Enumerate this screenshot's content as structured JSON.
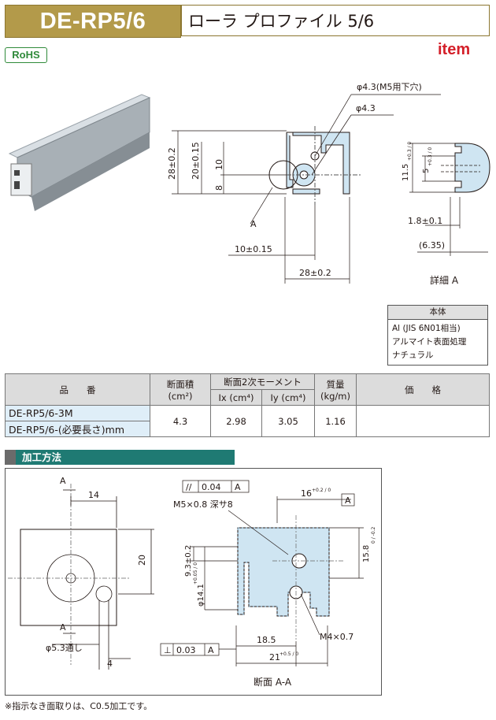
{
  "header": {
    "code": "DE-RP5/6",
    "name": "ローラ プロファイル 5/6"
  },
  "badges": {
    "rohs": "RoHS",
    "brand": "item"
  },
  "drawing_top": {
    "hole1": "φ4.3(M5用下穴)",
    "hole2": "φ4.3",
    "dim_h_total": "28±0.2",
    "dim_h_20": "20±0.15",
    "dim_10": "10",
    "dim_8": "8",
    "label_a": "A",
    "dim_w_10": "10±0.15",
    "dim_w_28": "28±0.2"
  },
  "detail": {
    "dim_11_5": "11.5",
    "tol_11_5": "+0.3 / 0",
    "dim_5": "5",
    "tol_5": "+0.3 / 0",
    "dim_1_8": "1.8±0.1",
    "dim_6_35": "(6.35)",
    "caption": "詳細 A"
  },
  "material": {
    "header": "本体",
    "lines": [
      "Al (JIS 6N01相当)",
      "アルマイト表面処理",
      "ナチュラル"
    ]
  },
  "spec_table": {
    "headers": {
      "part": "品　　番",
      "area": "断面積",
      "area_unit": "(cm²)",
      "moment": "断面2次モーメント",
      "ix": "Ix (cm⁴)",
      "iy": "Iy (cm⁴)",
      "mass": "質量",
      "mass_unit": "(kg/m)",
      "price": "価　　格"
    },
    "rows": [
      {
        "part": "DE-RP5/6-3M"
      },
      {
        "part": "DE-RP5/6-(必要長さ)mm"
      }
    ],
    "values": {
      "area": "4.3",
      "ix": "2.98",
      "iy": "3.05",
      "mass": "1.16",
      "price": ""
    }
  },
  "section_title": "加工方法",
  "machining": {
    "label_a_top": "A",
    "dim_14": "14",
    "dim_20": "20",
    "label_a_bottom": "A",
    "hole": "φ5.3通し",
    "dim_4": "4",
    "parallel_sym": "//",
    "parallel_val": "0.04",
    "datum_a": "A",
    "thread": "M5×0.8 深サ8",
    "dim_16": "16",
    "tol_16": "+0.2 / 0",
    "datum_a2": "A",
    "dim_9_3": "9.3±0.2",
    "dim_14_1": "φ14.1",
    "tol_14_1": "+0.05 / 0",
    "dim_15_8": "15.8",
    "tol_15_8": "0 / -0.2",
    "thread2": "M4×0.7",
    "perp_sym": "⊥",
    "perp_val": "0.03",
    "datum_a3": "A",
    "dim_18_5": "18.5",
    "dim_21": "21",
    "tol_21": "+0.5 / 0",
    "caption": "断面 A-A"
  },
  "footnote": "※指示なき面取りは、C0.5加工です。"
}
